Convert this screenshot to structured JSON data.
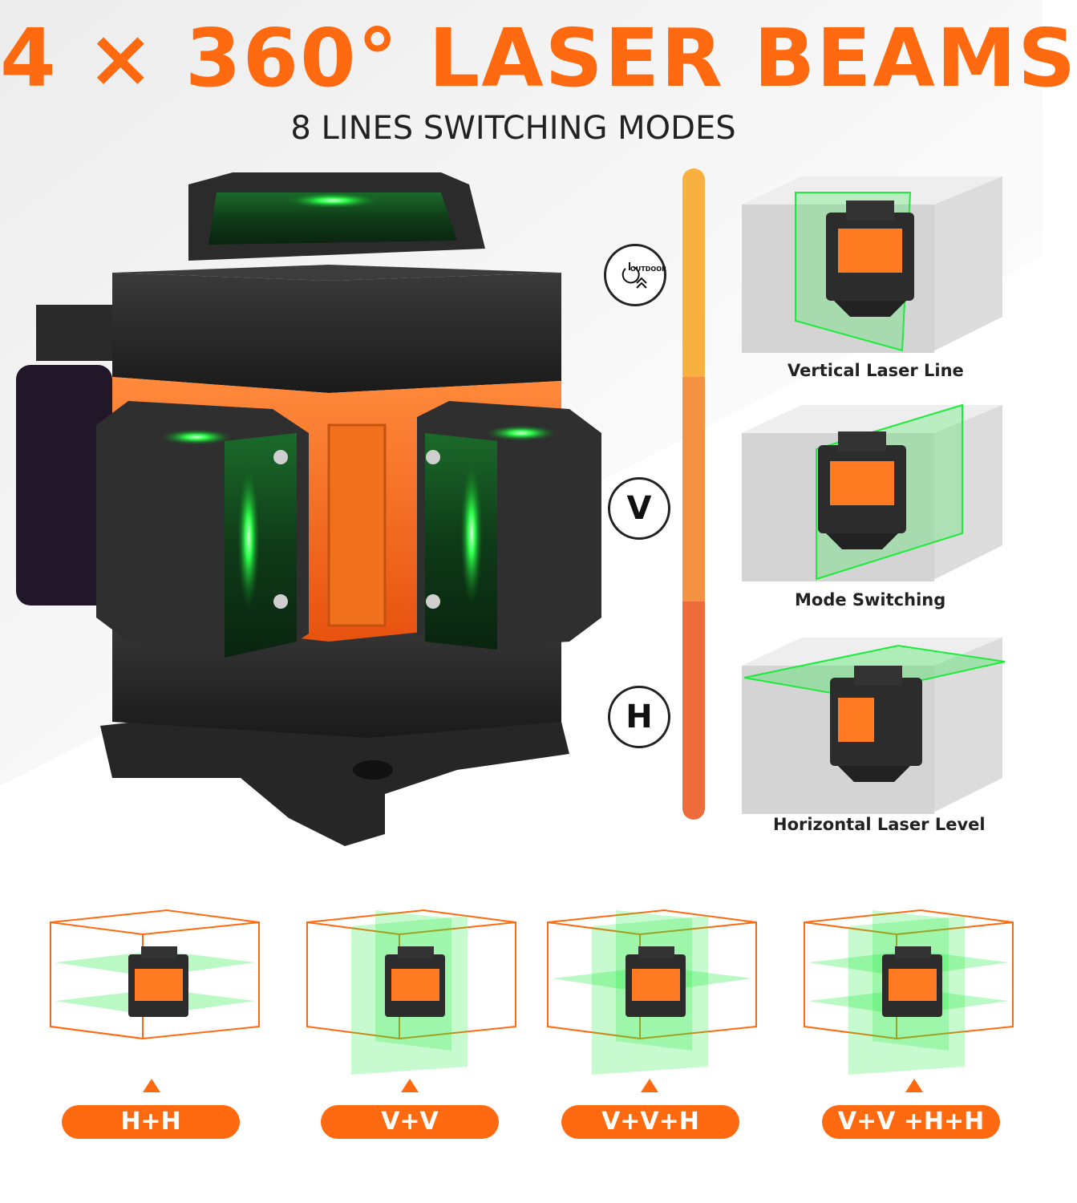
{
  "headline": "4 × 360° LASER BEAMS",
  "subheadline": "8 LINES SWITCHING MODES",
  "colors": {
    "accent": "#ff6a10",
    "laser": "#1eea3c",
    "track_top": "#f8b041",
    "track_mid": "#f39243",
    "track_bottom": "#ee6b3c"
  },
  "modes": {
    "outdoor_label": "OUTDOOR",
    "v_label": "V",
    "h_label": "H"
  },
  "scenes": [
    {
      "label": "Vertical Laser Line"
    },
    {
      "label": "Mode Switching"
    },
    {
      "label": "Horizontal Laser Level"
    }
  ],
  "combos": [
    {
      "label": "H+H"
    },
    {
      "label": "V+V"
    },
    {
      "label": "V+V+H"
    },
    {
      "label": "V+V +H+H"
    }
  ]
}
